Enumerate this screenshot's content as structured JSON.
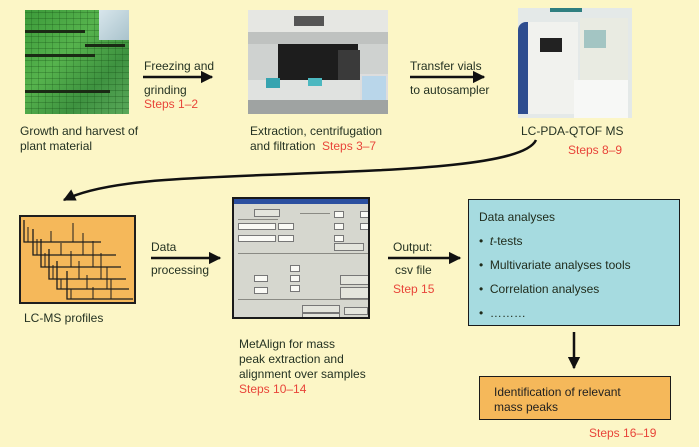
{
  "stage1": {
    "caption_line1": "Growth and harvest of",
    "caption_line2": "plant material",
    "icon": "plant-trays-photo"
  },
  "arrow1": {
    "label_top": "Freezing and",
    "label_bottom": "grinding",
    "steps": "Steps 1–2"
  },
  "stage2": {
    "caption_line1": "Extraction, centrifugation",
    "caption_line2": "and filtration",
    "steps": "Steps 3–7",
    "icon": "liquid-handling-robot-photo"
  },
  "arrow2": {
    "label_top": "Transfer vials",
    "label_bottom": "to autosampler"
  },
  "stage3": {
    "caption": "LC-PDA-QTOF MS",
    "steps": "Steps 8–9",
    "icon": "mass-spectrometer-photo"
  },
  "stage4": {
    "caption": "LC-MS profiles",
    "icon": "stacked-chromatograms"
  },
  "arrow3": {
    "label_top": "Data",
    "label_bottom": "processing"
  },
  "stage5": {
    "caption_line1": "MetAlign for mass",
    "caption_line2": "peak extraction and",
    "caption_line3": "alignment over samples",
    "steps": "Steps 10–14",
    "icon": "metalign-software-window"
  },
  "arrow4": {
    "label_top": "Output:",
    "label_bottom": "csv file",
    "steps": "Step 15"
  },
  "analysis": {
    "title": "Data analyses",
    "items": [
      {
        "italic": "t",
        "text": "-tests"
      },
      {
        "italic": "",
        "text": "Multivariate analyses tools"
      },
      {
        "italic": "",
        "text": "Correlation analyses"
      },
      {
        "italic": "",
        "text": "………"
      }
    ]
  },
  "identification": {
    "line1": "Identification of relevant",
    "line2": "mass peaks",
    "steps": "Steps 16–19"
  },
  "colors": {
    "background": "#fcf6c6",
    "step_red": "#e8453a",
    "orange_box": "#f5b85a",
    "blue_box": "#a6dbe0"
  }
}
